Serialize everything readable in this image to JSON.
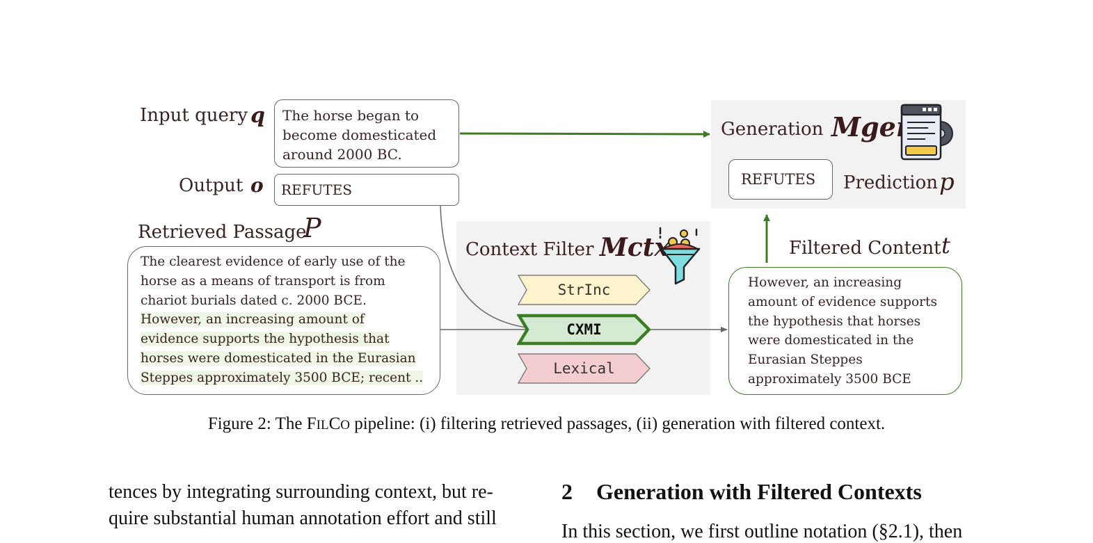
{
  "figure": {
    "input_label": "Input query",
    "input_symbol": "q",
    "input_lines": [
      "The horse began to",
      "become domesticated",
      "around 2000 BC."
    ],
    "output_label": "Output",
    "output_symbol": "o",
    "output_value": "REFUTES",
    "passage_label": "Retrieved Passage",
    "passage_symbol": "P",
    "passage_lines": [
      "The clearest evidence of early use of the",
      "horse as a means of transport is from",
      "chariot burials dated c. 2000 BCE.",
      "However, an increasing amount of",
      "evidence supports the hypothesis that",
      "horses were domesticated in the Eurasian",
      "Steppes approximately 3500 BCE; recent .."
    ],
    "filter_label": "Context Filter",
    "filter_symbol": "Mctx",
    "filters": [
      "StrInc",
      "CXMI",
      "Lexical"
    ],
    "filter_colors": [
      "#fdf3cc",
      "#d5ead2",
      "#f4cdd0"
    ],
    "selected_color": "#3c7d24",
    "filtered_label": "Filtered Content",
    "filtered_symbol": "t",
    "filtered_lines": [
      "However, an increasing",
      "amount of evidence supports",
      "the hypothesis that horses",
      "were domesticated in the",
      "Eurasian Steppes",
      "approximately 3500 BCE"
    ],
    "generation_label": "Generation",
    "generation_symbol": "Mgen",
    "prediction_value": "REFUTES",
    "prediction_label": "Prediction",
    "prediction_symbol": "p",
    "icons": [
      "funnel-icon",
      "document-gear-icon"
    ]
  },
  "caption": {
    "prefix": "Figure 2: The ",
    "name_F": "F",
    "name_IL": "IL",
    "name_C": "C",
    "name_O": "O",
    "suffix": " pipeline: (i) filtering retrieved passages, (ii) generation with filtered context."
  },
  "body": {
    "left_lines": [
      "tences by integrating surrounding context, but re-",
      "quire substantial human annotation effort and still"
    ],
    "section_number": "2",
    "section_title": "Generation with Filtered Contexts",
    "right_line": "In this section, we first outline notation (§2.1), then"
  }
}
